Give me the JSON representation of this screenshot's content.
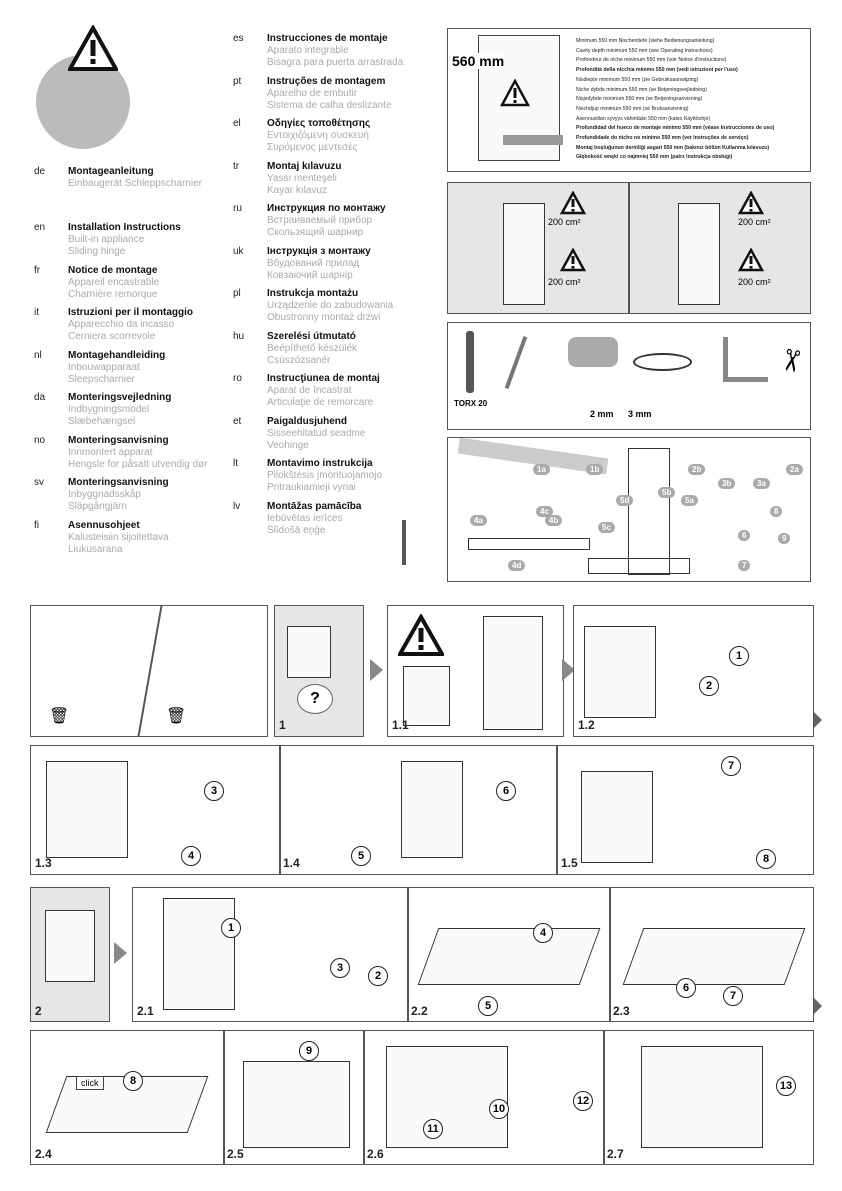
{
  "languages_left": [
    {
      "code": "de",
      "title": "Montageanleitung",
      "sub": [
        "Einbaugerät Schleppscharnier"
      ]
    },
    {
      "code": "en",
      "title": "Installation Instructions",
      "sub": [
        "Built-in appliance",
        "Sliding hinge"
      ]
    },
    {
      "code": "fr",
      "title": "Notice de montage",
      "sub": [
        "Appareil encastrable",
        "Charnière remorque"
      ]
    },
    {
      "code": "it",
      "title": "Istruzioni per il montaggio",
      "sub": [
        "Apparecchio da incasso",
        "Cerniera scorrevole"
      ]
    },
    {
      "code": "nl",
      "title": "Montagehandleiding",
      "sub": [
        "Inbouwapparaat",
        "Sleepscharnier"
      ]
    },
    {
      "code": "da",
      "title": "Monteringsvejledning",
      "sub": [
        "Indbygningsmodel",
        "Slæbehængsel"
      ]
    },
    {
      "code": "no",
      "title": "Monteringsanvisning",
      "sub": [
        "Innmontert apparat",
        "Hengsle for påsatt utvendig dør"
      ]
    },
    {
      "code": "sv",
      "title": "Monteringsanvisning",
      "sub": [
        "Inbyggnadsskåp",
        "Släpgångjärn"
      ]
    },
    {
      "code": "fi",
      "title": "Asennusohjeet",
      "sub": [
        "Kalusteisiin sijoitettava",
        "Liukusarana"
      ]
    }
  ],
  "languages_right": [
    {
      "code": "es",
      "title": "Instrucciones de montaje",
      "sub": [
        "Aparato integrable",
        "Bisagra para puerta arrastrada"
      ]
    },
    {
      "code": "pt",
      "title": "Instruções de montagem",
      "sub": [
        "Aparelho de embutir",
        "Sistema de calha deslizante"
      ]
    },
    {
      "code": "el",
      "title": "Οδηγίες τοποθέτησης",
      "sub": [
        "Εντοιχιζόμενη συσκευή",
        "Συρόμενος μεντεσές"
      ]
    },
    {
      "code": "tr",
      "title": "Montaj kılavuzu",
      "sub": [
        "Yassı menteşeli",
        "Kayar kılavuz"
      ]
    },
    {
      "code": "ru",
      "title": "Инструкция по монтажу",
      "sub": [
        "Встраиваемый прибор",
        "Скользящий шарнир"
      ]
    },
    {
      "code": "uk",
      "title": "Інструкція з монтажу",
      "sub": [
        "Вбудований прилад",
        "Ковзаючий шарнір"
      ]
    },
    {
      "code": "pl",
      "title": "Instrukcja montażu",
      "sub": [
        "Urządzenie do zabudowania",
        "Obustronny montaż drzwi"
      ]
    },
    {
      "code": "hu",
      "title": "Szerelési útmutató",
      "sub": [
        "Beépíthető készülék",
        "Csúszózsanér"
      ]
    },
    {
      "code": "ro",
      "title": "Instrucţiunea de montaj",
      "sub": [
        "Aparat de încastrat",
        "Articulaţie de remorcare"
      ]
    },
    {
      "code": "et",
      "title": "Paigaldusjuhend",
      "sub": [
        "Sisseehitatud seadme",
        "Veohinge"
      ]
    },
    {
      "code": "lt",
      "title": "Montavimo instrukcija",
      "sub": [
        "Pilokštėsis įmontuojamojo",
        "Pritraukiamieji vyriai"
      ]
    },
    {
      "code": "lv",
      "title": "Montāžas pamācība",
      "sub": [
        "Iebūvētas ierīces",
        "Slīdošā eņģe"
      ]
    }
  ],
  "niche": {
    "depth_label": "560 mm",
    "notes": [
      {
        "text": "Minimum 550 mm Nischentiefe (siehe Bedienungsanleitung)",
        "bold": false
      },
      {
        "text": "Cavity depth minimum 550 mm (see Operating instructions)",
        "bold": false
      },
      {
        "text": "Profondeur de niche minimum 550 mm (voir Notice d'instructions)",
        "bold": false
      },
      {
        "text": "Profondità della nicchia minimo 550 mm (vedi istruzioni per l'uso)",
        "bold": true
      },
      {
        "text": "Nisdiepte minimum 550 mm (zie Gebruiksaanwijzing)",
        "bold": false
      },
      {
        "text": "Niche dybde minimum 550 mm (se Betjeningsvejledning)",
        "bold": false
      },
      {
        "text": "Nisjedybde minimum 550 mm (se Betjeningsanvisning)",
        "bold": false
      },
      {
        "text": "Nischdjup minimum 550 mm (se Bruksanvisning)",
        "bold": false
      },
      {
        "text": "Asennustilan syvyys vähintään 550 mm (katso Käyttöohje)",
        "bold": false
      },
      {
        "text": "Profundidad del hueco de montaje mínimo 550 mm (véase Instrucciones de uso)",
        "bold": true
      },
      {
        "text": "Profundidade do nicho no mínimo 550 mm (ver Instruções de serviço)",
        "bold": true
      },
      {
        "text": "Montaj boşluğunun derinliği asgari 550 mm (bakınız bölüm Kullanma kılavuzu)",
        "bold": true
      },
      {
        "text": "Głębokość wnęki co najmniej 550 mm (patrz Instrukcja obsługi)",
        "bold": true
      }
    ]
  },
  "ventilation": {
    "area_label": "200 cm²"
  },
  "tools": {
    "torx": "TORX 20",
    "drill_small": "2 mm",
    "drill_large": "3 mm"
  },
  "parts": [
    "1a",
    "1b",
    "2a",
    "2b",
    "3a",
    "3b",
    "4a",
    "4b",
    "4c",
    "4d",
    "5a",
    "5b",
    "5c",
    "5d",
    "6",
    "7",
    "8",
    "9"
  ],
  "steps": {
    "s1": "1",
    "s1_1": "1.1",
    "s1_2": "1.2",
    "s1_3": "1.3",
    "s1_4": "1.4",
    "s1_5": "1.5",
    "s2": "2",
    "s2_1": "2.1",
    "s2_2": "2.2",
    "s2_3": "2.3",
    "s2_4": "2.4",
    "s2_5": "2.5",
    "s2_6": "2.6",
    "s2_7": "2.7"
  },
  "callouts": [
    "1",
    "2",
    "3",
    "4",
    "5",
    "6",
    "7",
    "8",
    "9",
    "10",
    "11",
    "12",
    "13"
  ],
  "click_label": "click",
  "colors": {
    "panel_gray": "#e6e6e6",
    "accent_gray": "#aaaaaa"
  }
}
